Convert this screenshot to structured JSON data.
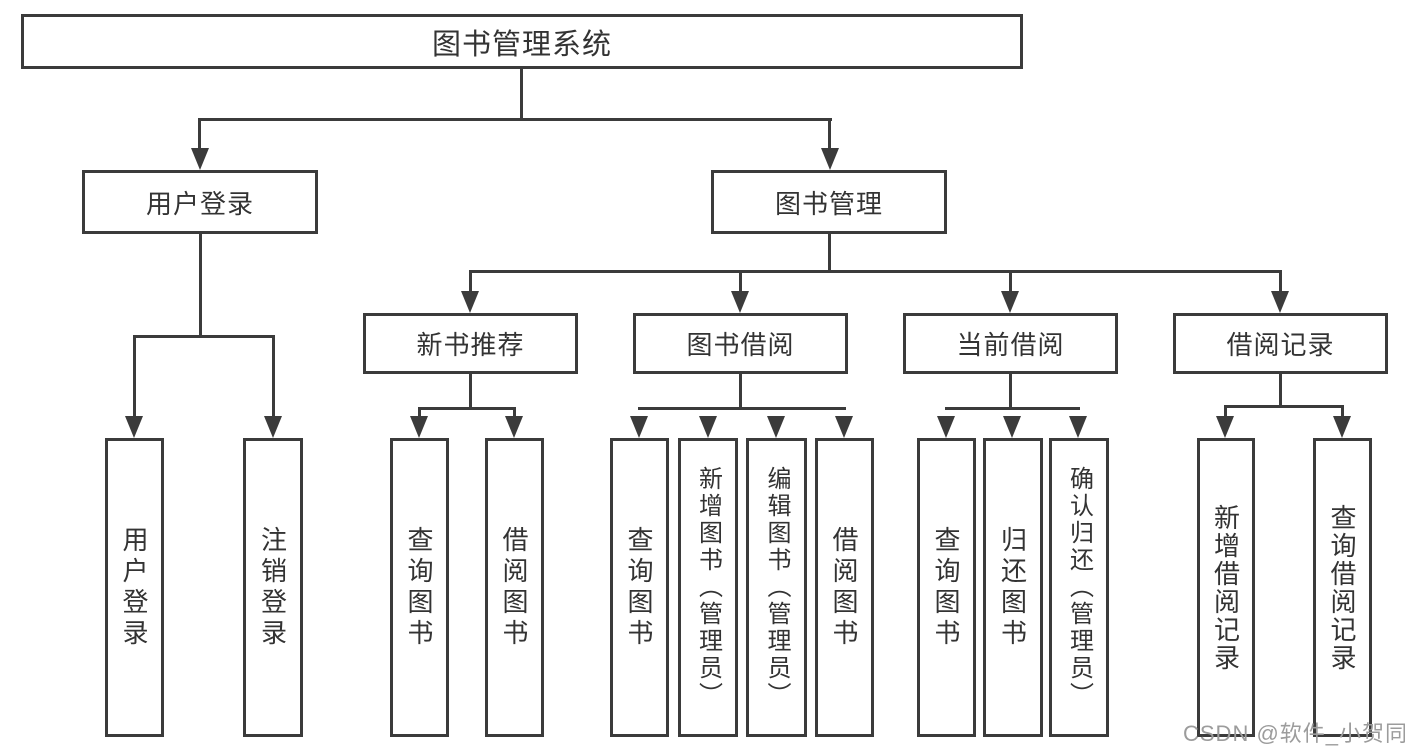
{
  "diagram": {
    "root": {
      "label": "图书管理系统"
    },
    "branches": [
      {
        "label": "用户登录",
        "children": [
          {
            "label": "用户登录"
          },
          {
            "label": "注销登录"
          }
        ]
      },
      {
        "label": "图书管理",
        "children": [
          {
            "label": "新书推荐",
            "children": [
              {
                "label": "查询图书"
              },
              {
                "label": "借阅图书"
              }
            ]
          },
          {
            "label": "图书借阅",
            "children": [
              {
                "label": "查询图书"
              },
              {
                "label": "新增图书（管理员）"
              },
              {
                "label": "编辑图书（管理员）"
              },
              {
                "label": "借阅图书"
              }
            ]
          },
          {
            "label": "当前借阅",
            "children": [
              {
                "label": "查询图书"
              },
              {
                "label": "归还图书"
              },
              {
                "label": "确认归还（管理员）"
              }
            ]
          },
          {
            "label": "借阅记录",
            "children": [
              {
                "label": "新增借阅记录"
              },
              {
                "label": "查询借阅记录"
              }
            ]
          }
        ]
      }
    ]
  },
  "watermark": {
    "text": "CSDN @软件_小贺同学"
  },
  "colors": {
    "line": "#3b3b3b",
    "text": "#333333",
    "watermark": "#9c9c9c",
    "background": "#ffffff"
  }
}
